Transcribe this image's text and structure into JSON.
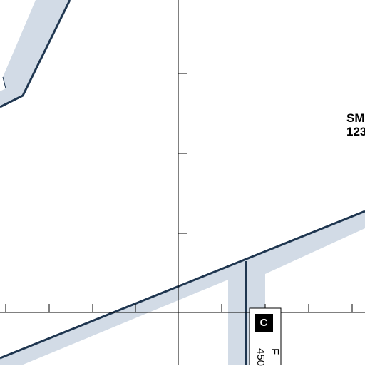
{
  "map": {
    "label_top_line": "SM",
    "label_bottom_line": "123",
    "sign_badge": "C",
    "sign_text_1": "450",
    "sign_text_2": "F",
    "colors": {
      "background": "#ffffff",
      "taxiway_fill": "#d2dbe6",
      "taxiway_edge": "#1f3650",
      "grid_line": "#000000"
    }
  }
}
